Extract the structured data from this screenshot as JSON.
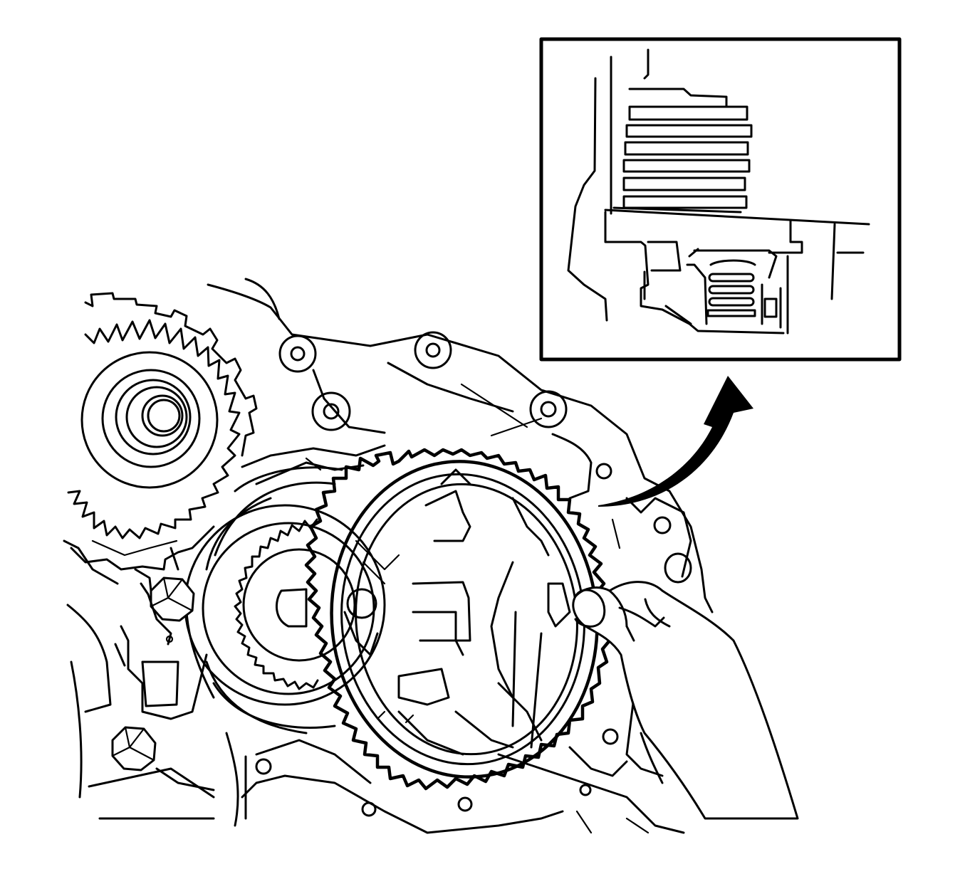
{
  "figure": {
    "stroke_color": "#000000",
    "background_color": "#ffffff",
    "components": [
      {
        "id": "transaxle-case",
        "icon": "transaxle-case-outline"
      },
      {
        "id": "drive-gear-upper-left",
        "icon": "gear-icon"
      },
      {
        "id": "planetary-gear",
        "icon": "planetary-gear-icon"
      },
      {
        "id": "clutch-drum",
        "icon": "clutch-drum-icon"
      },
      {
        "id": "hand",
        "icon": "hand-icon"
      },
      {
        "id": "mounting-bolts",
        "icon": "bolt-icon"
      },
      {
        "id": "callout-arrow",
        "icon": "curved-arrow-icon"
      },
      {
        "id": "detail-inset",
        "icon": "clutch-pack-section-icon"
      }
    ]
  }
}
